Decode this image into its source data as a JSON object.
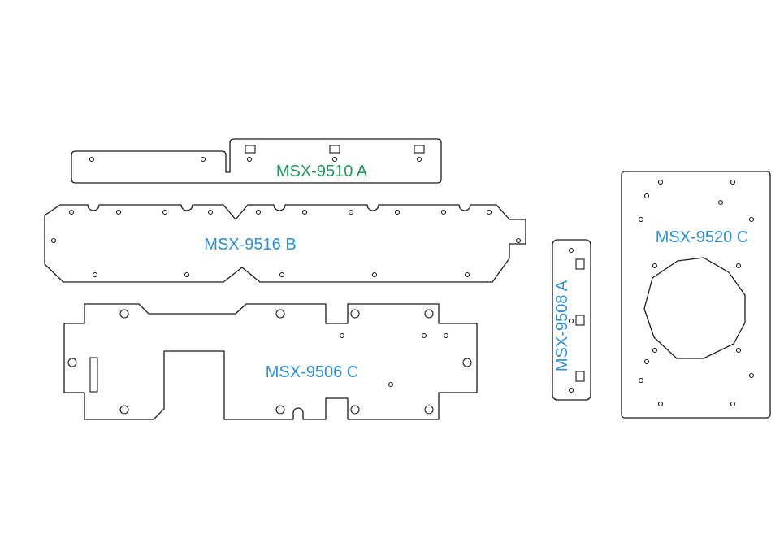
{
  "colors": {
    "background": "#ffffff",
    "outline": "#1a1a1a",
    "label_green": "#1f9a5c",
    "label_blue": "#2b8fd6"
  },
  "parts": [
    {
      "id": "msx-9510-a",
      "label": "MSX-9510 A",
      "label_color": "green"
    },
    {
      "id": "msx-9516-b",
      "label": "MSX-9516 B",
      "label_color": "blue"
    },
    {
      "id": "msx-9506-c",
      "label": "MSX-9506 C",
      "label_color": "blue"
    },
    {
      "id": "msx-9508-a",
      "label": "MSX-9508 A",
      "label_color": "blue"
    },
    {
      "id": "msx-9520-c",
      "label": "MSX-9520 C",
      "label_color": "blue"
    }
  ]
}
